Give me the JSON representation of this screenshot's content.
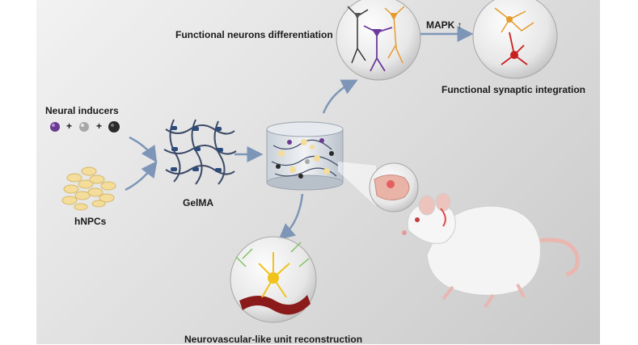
{
  "labels": {
    "functional_neurons": "Functional neurons differentiation",
    "mapk": "MAPK ↑",
    "synaptic": "Functional synaptic integration",
    "neural_inducers": "Neural inducers",
    "plus1": "+",
    "plus2": "+",
    "hnpcs": "hNPCs",
    "gelma": "GelMA",
    "neurovascular": "Neurovascular-like unit reconstruction"
  },
  "colors": {
    "arrow": "#7d96b8",
    "gelma_strand": "#3c4a66",
    "gelma_node": "#2c4b7a",
    "cell_yellow": "#f4dc9a",
    "inducer_purple": "#6a3a93",
    "inducer_gray": "#a8a8a8",
    "inducer_black": "#2a2a2a",
    "neuron_orange": "#e69a2a",
    "neuron_red": "#c82020",
    "neuron_purple": "#6b3a9c",
    "vessel_red": "#8b1a1a"
  }
}
